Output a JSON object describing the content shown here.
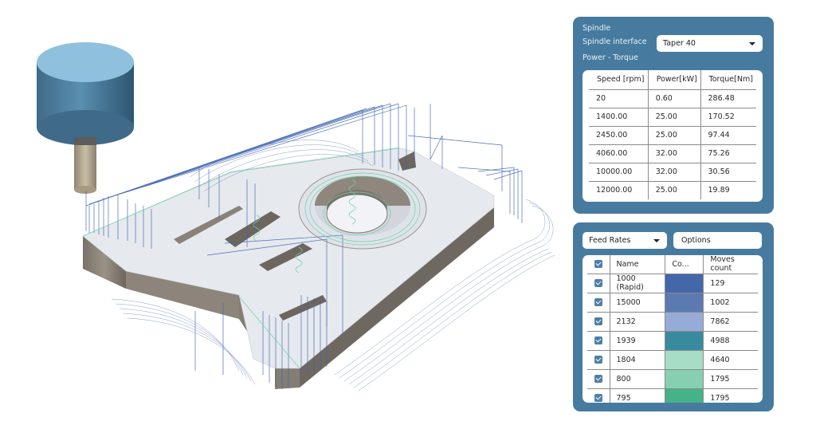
{
  "spindle_panel": {
    "title": "Spindle",
    "interface_label": "Spindle interface",
    "interface_value": "Taper 40",
    "power_torque_label": "Power - Torque",
    "columns": [
      "Speed [rpm]",
      "Power[kW]",
      "Torque[Nm]"
    ],
    "rows": [
      [
        "20",
        "0.60",
        "286.48"
      ],
      [
        "1400.00",
        "25.00",
        "170.52"
      ],
      [
        "2450.00",
        "25.00",
        "97.44"
      ],
      [
        "4060.00",
        "32.00",
        "75.26"
      ],
      [
        "10000.00",
        "32.00",
        "30.56"
      ],
      [
        "12000.00",
        "25.00",
        "19.89"
      ]
    ]
  },
  "feeds_panel": {
    "dropdown_value": "Feed Rates",
    "options_label": "Options",
    "columns": [
      "",
      "Name",
      "Co...",
      "Moves count"
    ],
    "header_checked": true,
    "rows": [
      {
        "checked": true,
        "name": "1000 (Rapid)",
        "color": "#4467aa",
        "moves": "129"
      },
      {
        "checked": true,
        "name": "15000",
        "color": "#5b7ab2",
        "moves": "1002"
      },
      {
        "checked": true,
        "name": "2132",
        "color": "#96acd6",
        "moves": "7862"
      },
      {
        "checked": true,
        "name": "1939",
        "color": "#3a8a9e",
        "moves": "4988"
      },
      {
        "checked": true,
        "name": "1804",
        "color": "#a7dcc6",
        "moves": "4640"
      },
      {
        "checked": true,
        "name": "800",
        "color": "#86d0b1",
        "moves": "1795"
      },
      {
        "checked": true,
        "name": "795",
        "color": "#45b287",
        "moves": "1795"
      }
    ]
  },
  "viewport": {
    "tool_holder_top": "#8fc1de",
    "tool_holder_side": "#4d7a98",
    "tool_shank": "#b3a78d",
    "part_top": "#e4e7ec",
    "part_side": "#8b8379",
    "toolpath_rapid": "#3e63b0",
    "toolpath_feed": "#6bd1a8"
  }
}
